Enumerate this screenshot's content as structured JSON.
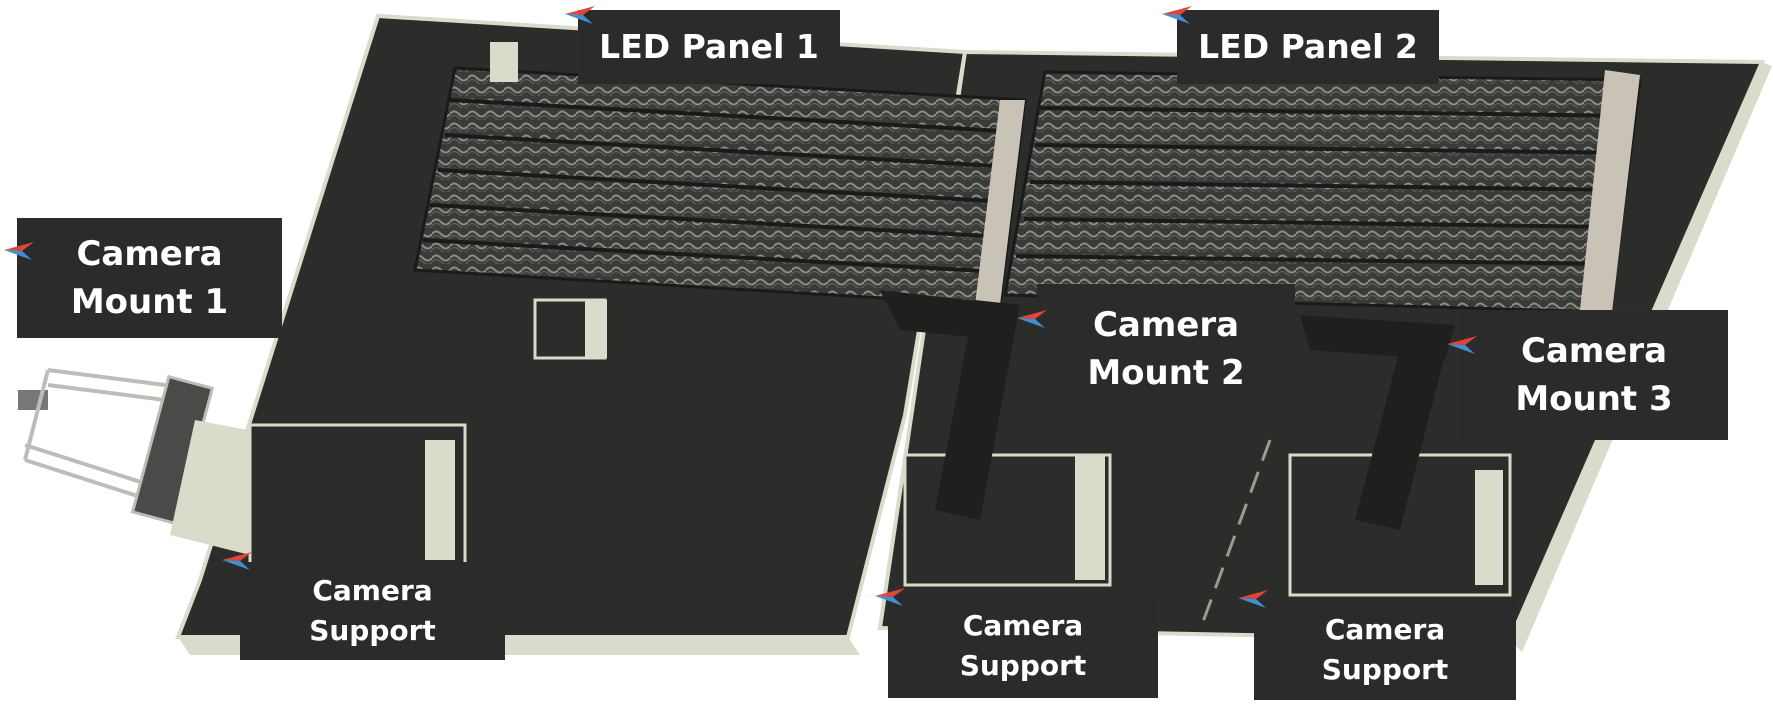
{
  "colors": {
    "panel": "#2b2d2a",
    "panel_edge": "#d9dccb",
    "accent_fixture": "#1f201e",
    "label_bg": "#2b2b2b",
    "label_text": "#ffffff",
    "marker_red": "#e0443a",
    "marker_blue": "#3f8fd2"
  },
  "labels": {
    "led_panel_1": "LED Panel 1",
    "led_panel_2": "LED Panel 2",
    "camera_mount_1": "Camera\nMount 1",
    "camera_mount_2": "Camera\nMount 2",
    "camera_mount_3": "Camera\nMount 3",
    "camera_support_1": "Camera\nSupport",
    "camera_support_2": "Camera\nSupport",
    "camera_support_3": "Camera\nSupport"
  },
  "icons": [
    "marker-flag-icon"
  ]
}
